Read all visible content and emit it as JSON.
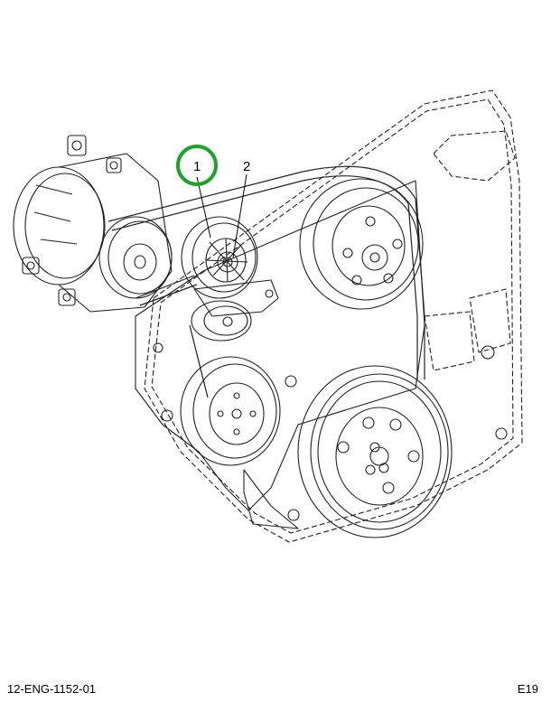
{
  "callouts": [
    {
      "label": "1"
    },
    {
      "label": "2"
    }
  ],
  "footer": {
    "doc_code": "12-ENG-1152-01",
    "page_code": "E19"
  },
  "highlight_color": "#1aa52a"
}
